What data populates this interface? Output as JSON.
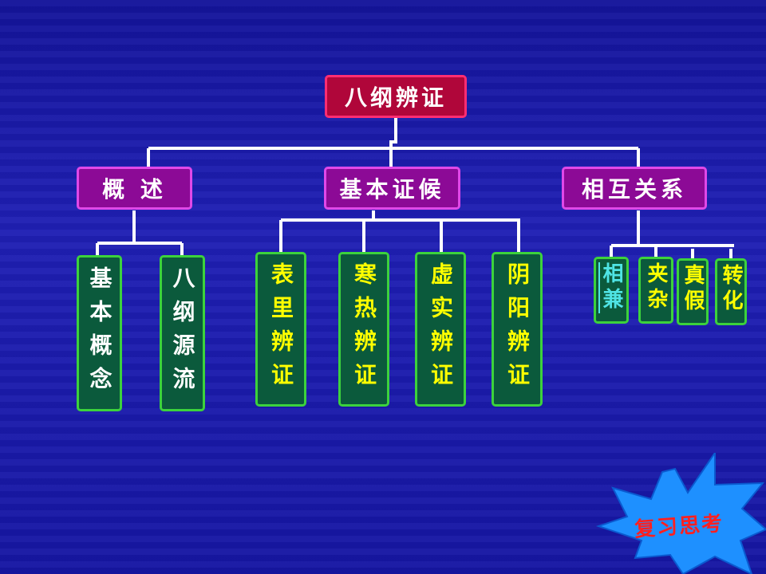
{
  "root": {
    "label": "八纲辨证"
  },
  "categories": [
    {
      "label": "概 述"
    },
    {
      "label": "基本证候"
    },
    {
      "label": "相互关系"
    }
  ],
  "leaves": {
    "overview": [
      "基本概念",
      "八纲源流"
    ],
    "basic": [
      "表里辨证",
      "寒热辨证",
      "虚实辨证",
      "阴阳辨证"
    ],
    "relations": [
      "相兼",
      "夹杂",
      "真假",
      "转化"
    ]
  },
  "review_button": {
    "label": "复习思考"
  },
  "colors": {
    "root": "#b0063a",
    "category": "#8c0a96",
    "leaf": "#0b5a3c",
    "leaf_border": "#3cd23c",
    "star": "#1e90ff",
    "connector": "#ffffff"
  }
}
